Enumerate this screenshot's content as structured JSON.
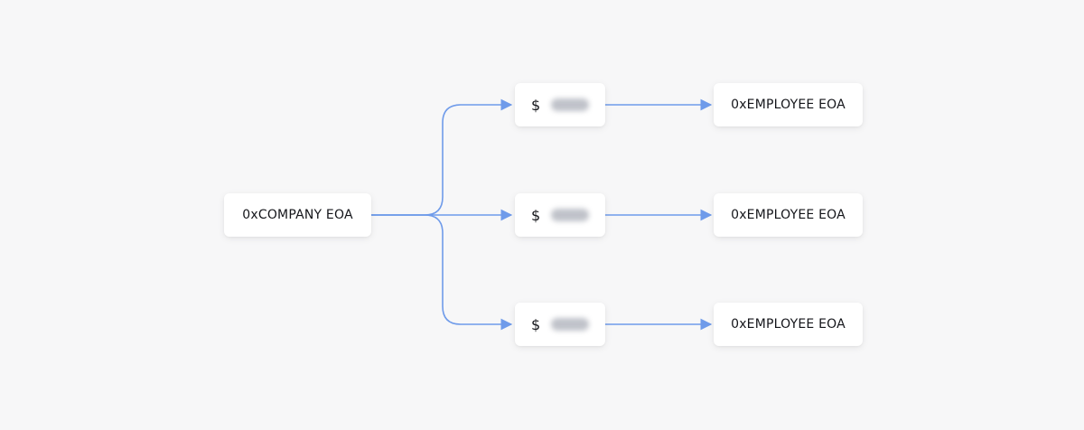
{
  "colors": {
    "background": "#f7f7f8",
    "node_background": "#ffffff",
    "text": "#14151a",
    "connector": "#6f9bea",
    "redaction": "#b9bcc4"
  },
  "source": {
    "label": "0xCOMPANY EOA"
  },
  "payments": [
    {
      "currency": "$",
      "amount": "",
      "amount_redacted": true,
      "recipient": "0xEMPLOYEE EOA"
    },
    {
      "currency": "$",
      "amount": "",
      "amount_redacted": true,
      "recipient": "0xEMPLOYEE EOA"
    },
    {
      "currency": "$",
      "amount": "",
      "amount_redacted": true,
      "recipient": "0xEMPLOYEE EOA"
    }
  ]
}
